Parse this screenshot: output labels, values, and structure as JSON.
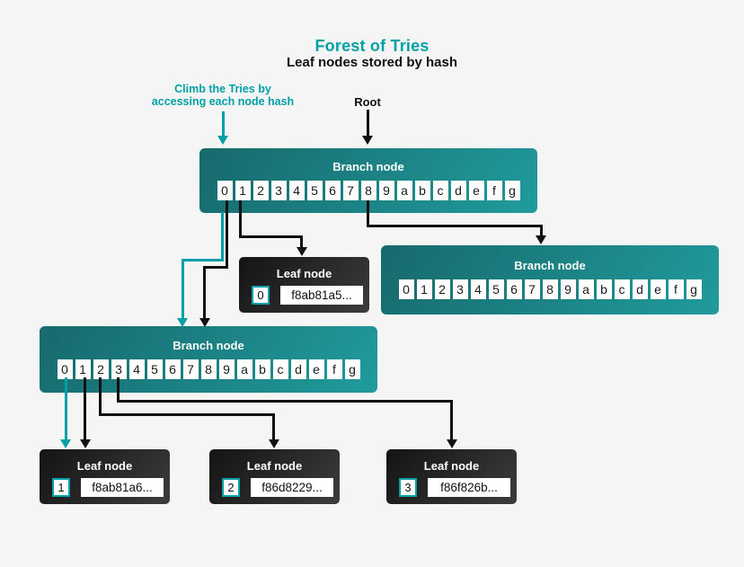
{
  "title": "Forest of Tries",
  "subtitle": "Leaf nodes stored by hash",
  "annotations": {
    "climb_line1": "Climb the Tries by",
    "climb_line2": "accessing each node hash",
    "root_label": "Root"
  },
  "hex_digits": [
    "0",
    "1",
    "2",
    "3",
    "4",
    "5",
    "6",
    "7",
    "8",
    "9",
    "a",
    "b",
    "c",
    "d",
    "e",
    "f",
    "g"
  ],
  "branch_nodes": [
    {
      "id": "root-branch",
      "label": "Branch node"
    },
    {
      "id": "right-branch",
      "label": "Branch node"
    },
    {
      "id": "left-branch",
      "label": "Branch node"
    }
  ],
  "leaf_nodes": [
    {
      "label": "Leaf node",
      "index": "0",
      "hash": "f8ab81a5..."
    },
    {
      "label": "Leaf node",
      "index": "1",
      "hash": "f8ab81a6..."
    },
    {
      "label": "Leaf node",
      "index": "2",
      "hash": "f86d8229..."
    },
    {
      "label": "Leaf node",
      "index": "3",
      "hash": "f86f826b..."
    }
  ],
  "colors": {
    "teal": "#00A0A6",
    "ink": "#111111",
    "bg": "#F6F5F5",
    "branch-grad-start": "#17696C",
    "branch-grad-end": "#209B9D",
    "leaf-grad-start": "#141414",
    "leaf-grad-end": "#3C3C3C"
  }
}
